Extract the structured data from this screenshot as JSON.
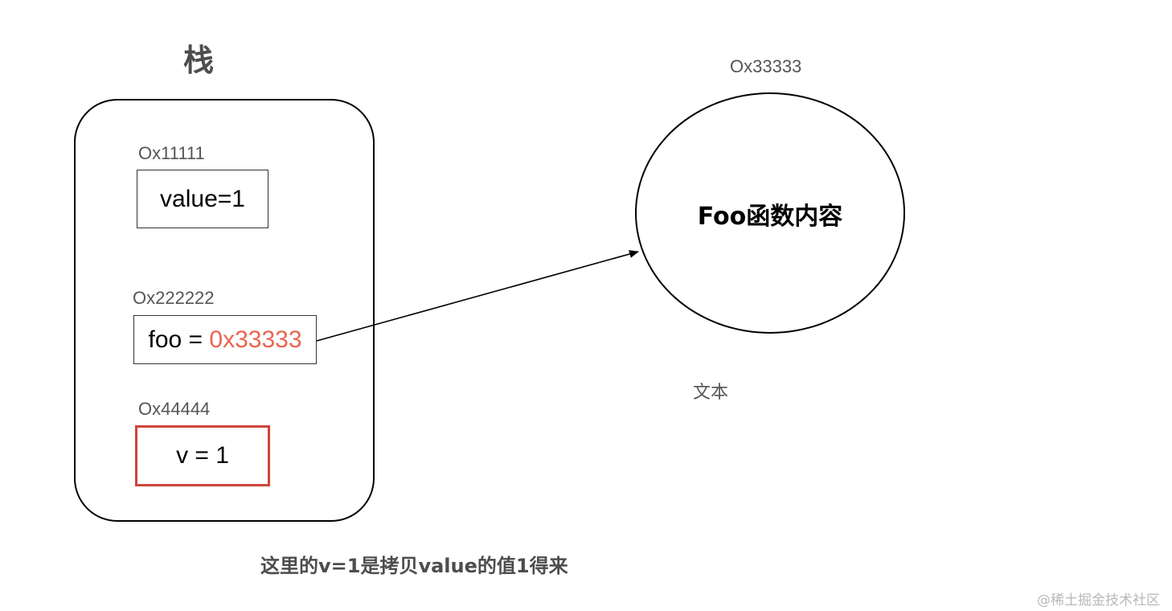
{
  "stack": {
    "title": "栈",
    "cells": [
      {
        "address": "Ox11111",
        "content": "value=1"
      },
      {
        "address": "Ox222222",
        "prefix": "foo = ",
        "pointer": "0x33333"
      },
      {
        "address": "Ox44444",
        "content": "v = 1"
      }
    ]
  },
  "heap": {
    "address": "Ox33333",
    "label": "Foo函数内容"
  },
  "text_label": "文本",
  "caption": "这里的v=1是拷贝value的值1得来",
  "watermark": "@稀土掘金技术社区",
  "colors": {
    "pointer_text": "#e8654f",
    "highlight_border": "#d2443a"
  }
}
